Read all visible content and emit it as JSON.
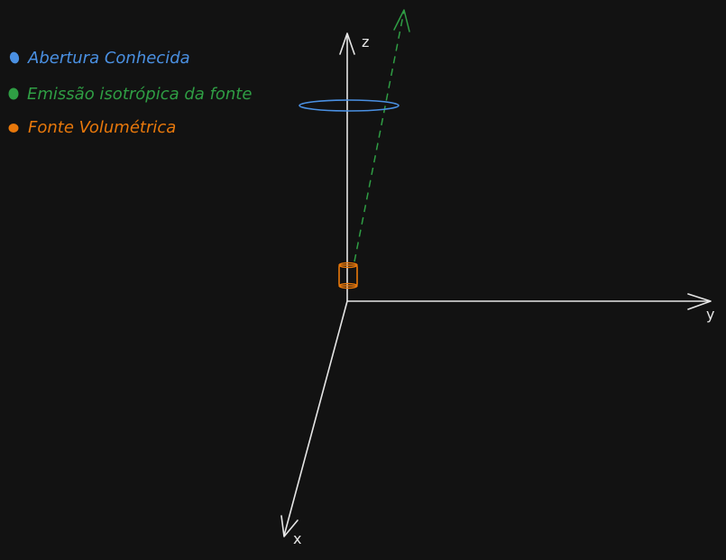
{
  "legend": [
    {
      "label": "Abertura Conhecida",
      "color": "#4a90e2",
      "icon": "blue-dot-icon"
    },
    {
      "label": "Emissão isotrópica da fonte",
      "color": "#2f9e44",
      "icon": "green-dot-icon"
    },
    {
      "label": "Fonte Volumétrica",
      "color": "#e8780b",
      "icon": "orange-dot-icon"
    }
  ],
  "axes": {
    "z": "z",
    "y": "y",
    "x": "x",
    "color": "#e6e6e6"
  },
  "colors": {
    "background": "#121212",
    "aperture": "#4a90e2",
    "emission": "#2f9e44",
    "source": "#e8780b"
  }
}
